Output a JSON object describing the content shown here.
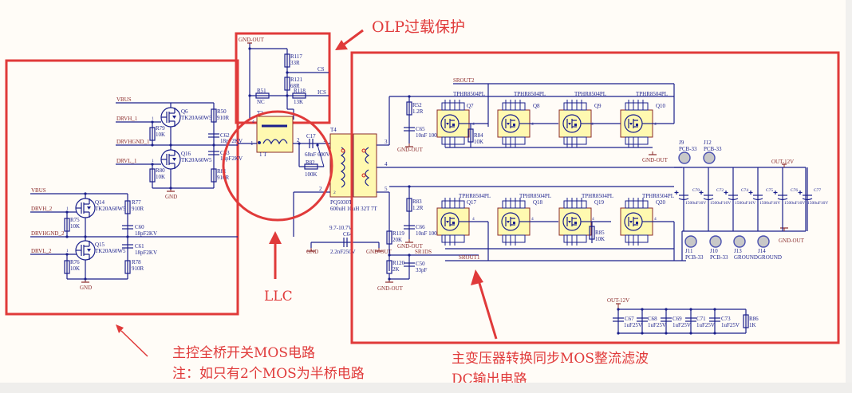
{
  "annotations": {
    "olp": "OLP过载保护",
    "llc": "LLC",
    "primary_line1": "主控全桥开关MOS电路",
    "primary_line2": "注：如只有2个MOS为半桥电路",
    "secondary_line1": "主变压器转换同步MOS整流滤波",
    "secondary_line2": "DC输出电路"
  },
  "colors": {
    "annotation": "#e03a3a",
    "wire": "#1a1f8c",
    "net_label": "#8a2a2a",
    "package_fill": "#fff9b0",
    "background": "#fffcf7"
  },
  "primary": {
    "nets": {
      "vbus1": "VBUS",
      "drvh1": "DRVH_1",
      "drvhgnd1": "DRVHGND_1",
      "drvl1": "DRVL_1",
      "vbus2": "VBUS",
      "drvh2": "DRVH_2",
      "drvhgnd2": "DRVHGND_2",
      "drvl2": "DRVL_2",
      "gnd1": "GND",
      "gnd2": "GND"
    },
    "mosfets": [
      {
        "ref": "Q6",
        "part": "TK20A60W5"
      },
      {
        "ref": "Q16",
        "part": "TK20A60W5"
      },
      {
        "ref": "Q14",
        "part": "TK20A60W5"
      },
      {
        "ref": "Q15",
        "part": "TK20A60W5"
      }
    ],
    "resistors": [
      {
        "ref": "R79",
        "value": "10K"
      },
      {
        "ref": "R80",
        "value": "10K"
      },
      {
        "ref": "R50",
        "value": "910R"
      },
      {
        "ref": "R81",
        "value": "910R"
      },
      {
        "ref": "R75",
        "value": "10K"
      },
      {
        "ref": "R76",
        "value": "10K"
      },
      {
        "ref": "R77",
        "value": "910R"
      },
      {
        "ref": "R78",
        "value": "910R"
      }
    ],
    "capacitors": [
      {
        "ref": "C62",
        "value": "18pF2KV"
      },
      {
        "ref": "C63",
        "value": "18pF2KV"
      },
      {
        "ref": "C60",
        "value": "18pF2KV"
      },
      {
        "ref": "C61",
        "value": "18pF2KV"
      }
    ],
    "pin1": "1"
  },
  "olp": {
    "gnd_out": "GND-OUT",
    "r117": {
      "ref": "R117",
      "value": "33R"
    },
    "r121": {
      "ref": "R121",
      "value": "68R"
    },
    "r51": {
      "ref": "R51",
      "value": "NC"
    },
    "r118": {
      "ref": "R118",
      "value": "13K"
    },
    "cs": "CS",
    "ics": "ICS",
    "t2": "T2",
    "t2_ratio": "1 T",
    "pin1": "1",
    "pin2": "2",
    "pin4": "4"
  },
  "llc": {
    "c17": {
      "ref": "C17",
      "value": "68nF 600V"
    },
    "r82": {
      "ref": "R82",
      "value": "100K"
    },
    "t4": "T4",
    "t4_part": "PQ5030T",
    "t4_spec": "600uH 10uH 32T 7T",
    "c64_voltage": "9.7-10.7V",
    "c64": {
      "ref": "C64",
      "value": "2.2nF250V"
    },
    "gnd": "GND",
    "gnd_out": "GND-OUT",
    "pins": [
      "1",
      "2",
      "3",
      "4",
      "5"
    ]
  },
  "secondary": {
    "srout2": "SROUT2",
    "srout1": "SROUT1",
    "sr1ds": "SR1DS",
    "gnd_out": "GND-OUT",
    "out12v": "OUT-12V",
    "mosfets_top": [
      {
        "ref": "Q7",
        "part": "TPHR8504PL"
      },
      {
        "ref": "Q8",
        "part": "TPHR8504PL"
      },
      {
        "ref": "Q9",
        "part": "TPHR8504PL"
      },
      {
        "ref": "Q10",
        "part": "TPHR8504PL"
      }
    ],
    "mosfets_bottom": [
      {
        "ref": "Q17",
        "part": "TPHR8504PL"
      },
      {
        "ref": "Q18",
        "part": "TPHR8504PL"
      },
      {
        "ref": "Q19",
        "part": "TPHR8504PL"
      },
      {
        "ref": "Q20",
        "part": "TPHR8504PL"
      }
    ],
    "gate_pin": "4",
    "r52": {
      "ref": "R52",
      "value": "1.2R"
    },
    "c65": {
      "ref": "C65",
      "value": "10nF 1000V"
    },
    "r84": {
      "ref": "R84",
      "value": "10K"
    },
    "r83": {
      "ref": "R83",
      "value": "1.2R"
    },
    "c66": {
      "ref": "C66",
      "value": "10nF 1000V"
    },
    "r85": {
      "ref": "R85",
      "value": "10K"
    },
    "r119": {
      "ref": "R119",
      "value": "20K"
    },
    "r120": {
      "ref": "R120",
      "value": "2K"
    },
    "c50": {
      "ref": "C50",
      "value": "33pF"
    },
    "bulk_caps": [
      {
        "ref": "C70",
        "value": "1500uF16V"
      },
      {
        "ref": "C72",
        "value": "1500uF16V"
      },
      {
        "ref": "C74",
        "value": "1500uF16V"
      },
      {
        "ref": "C75",
        "value": "1500uF16V"
      },
      {
        "ref": "C76",
        "value": "1500uF16V"
      },
      {
        "ref": "C77",
        "value": "1500uF16V"
      }
    ],
    "connectors_top": [
      {
        "ref": "J9",
        "type": "PCB-33"
      },
      {
        "ref": "J12",
        "type": "PCB-33"
      }
    ],
    "connectors_bottom": [
      {
        "ref": "J11",
        "type": "PCB-33"
      },
      {
        "ref": "J10",
        "type": "PCB-33"
      },
      {
        "ref": "J13",
        "type": "GROUND"
      },
      {
        "ref": "J14",
        "type": "GROUND"
      }
    ],
    "ceramic_caps": [
      {
        "ref": "C67",
        "value": "1uF25V"
      },
      {
        "ref": "C68",
        "value": "1uF25V"
      },
      {
        "ref": "C69",
        "value": "1uF25V"
      },
      {
        "ref": "C71",
        "value": "1uF25V"
      },
      {
        "ref": "C73",
        "value": "1uF25V"
      }
    ],
    "r86": {
      "ref": "R86",
      "value": "1K"
    }
  }
}
